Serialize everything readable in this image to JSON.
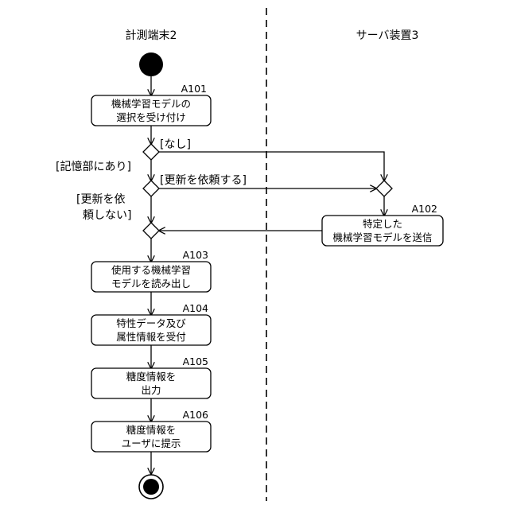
{
  "lanes": {
    "left": "計測端末2",
    "right": "サーバ装置3"
  },
  "steps": {
    "a101": {
      "id": "A101",
      "line1": "機械学習モデルの",
      "line2": "選択を受け付け"
    },
    "a102": {
      "id": "A102",
      "line1": "特定した",
      "line2": "機械学習モデルを送信"
    },
    "a103": {
      "id": "A103",
      "line1": "使用する機械学習",
      "line2": "モデルを読み出し"
    },
    "a104": {
      "id": "A104",
      "line1": "特性データ及び",
      "line2": "属性情報を受付"
    },
    "a105": {
      "id": "A105",
      "line1": "糖度情報を",
      "line2": "出力"
    },
    "a106": {
      "id": "A106",
      "line1": "糖度情報を",
      "line2": "ユーザに提示"
    }
  },
  "guards": {
    "none": "[なし]",
    "in_storage": "[記憶部にあり]",
    "request_update": "[更新を依頼する]",
    "no_update_line1": "[更新を依",
    "no_update_line2": "頼しない]"
  }
}
